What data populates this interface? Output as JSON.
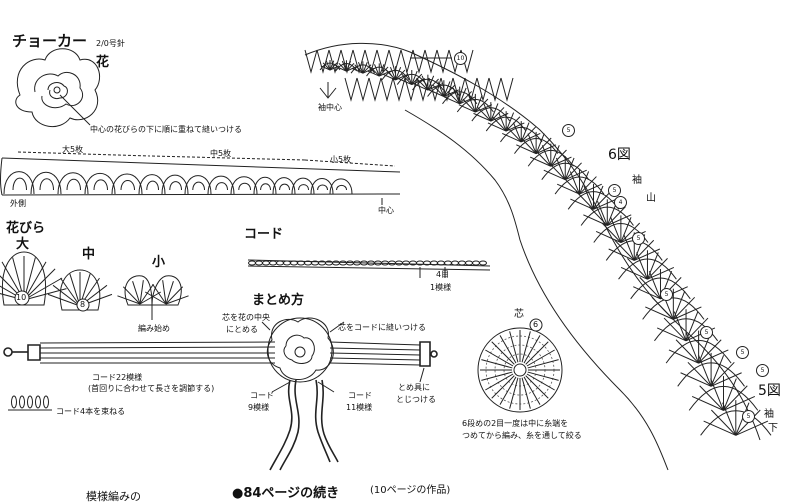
{
  "header": {
    "title": "チョーカー",
    "hook": "2/0号針",
    "flower": "花"
  },
  "flower": {
    "note": "中心の花びらの下に順に重ねて縫いつける"
  },
  "strip": {
    "large": "大5枚",
    "medium": "中5枚",
    "small": "小5枚",
    "outside": "外側",
    "center": "中心"
  },
  "petals": {
    "title": "花びら",
    "large": "大",
    "medium": "中",
    "small": "小",
    "num_large": "10",
    "num_medium": "8",
    "start": "編み始め"
  },
  "cord": {
    "title": "コード",
    "rows": "4目",
    "pattern": "1模様"
  },
  "assembly": {
    "title": "まとめ方",
    "note1a": "芯を花の中央",
    "note1b": "にとめる",
    "note2": "芯をコードに縫いつける",
    "cord22": "コード22模様",
    "cord22_sub": "(首回りに合わせて長さを調節する)",
    "cord4": "コード4本を束ねる",
    "cord9a": "コード",
    "cord9b": "9模様",
    "cord11a": "コード",
    "cord11b": "11模様",
    "clasp1": "とめ具に",
    "clasp2": "とじつける"
  },
  "core": {
    "title": "芯",
    "num": "6",
    "note1": "6段めの2目一度は中に糸端を",
    "note2": "つめてから編み、糸を通して絞る"
  },
  "sleeve": {
    "fig6": "6図",
    "sode": "袖",
    "yama": "山",
    "fig5": "5図",
    "sode2": "袖",
    "shita": "下",
    "cuff_center": "袖中心",
    "labels": [
      "10",
      "5",
      "5",
      "4",
      "5",
      "5",
      "5",
      "5",
      "5",
      "5"
    ]
  },
  "footer": {
    "prefix": "●84ページの続き",
    "suffix": "(10ページの作品)",
    "left_fragment": "模様編みの"
  }
}
